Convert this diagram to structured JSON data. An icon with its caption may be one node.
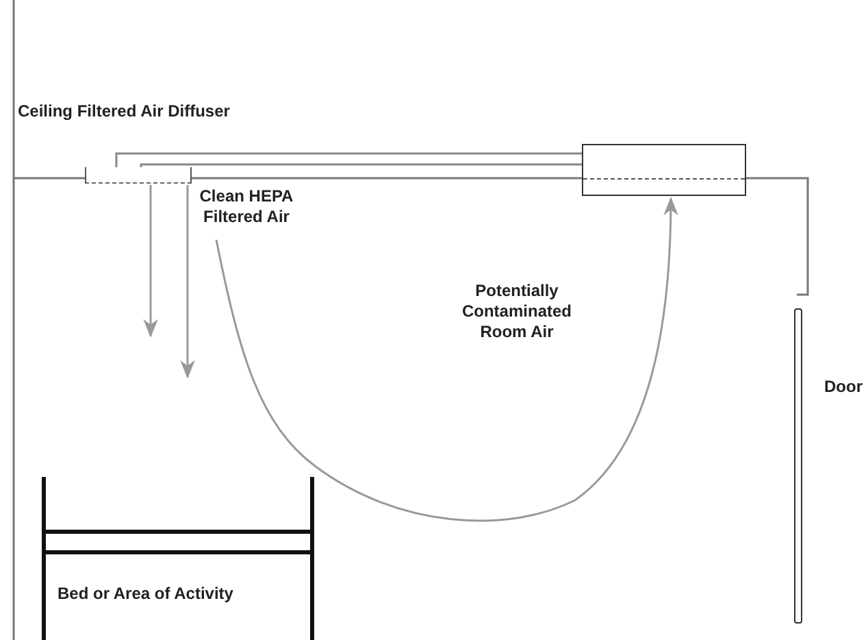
{
  "diagram": {
    "nodes": [
      {
        "text": [
          "Ceiling Filtered Air Diffuser"
        ]
      },
      {
        "text": [],
        "shape": "box"
      },
      {
        "text": [
          "Door"
        ]
      },
      {
        "text": [
          "Bed or Area of Activity"
        ]
      }
    ],
    "edges": [
      {
        "from": 1,
        "to": 0,
        "arrow": "none"
      },
      {
        "from": 1,
        "to": 0,
        "arrow": "none"
      },
      {
        "from": 0,
        "to": null,
        "arrow": "to"
      },
      {
        "from": 0,
        "to": null,
        "arrow": "to"
      },
      {
        "from": null,
        "to": 1,
        "arrow": "to"
      }
    ],
    "labels": [
      "Clean HEPA Filtered Air",
      "Potentially Contaminated Room Air"
    ]
  }
}
